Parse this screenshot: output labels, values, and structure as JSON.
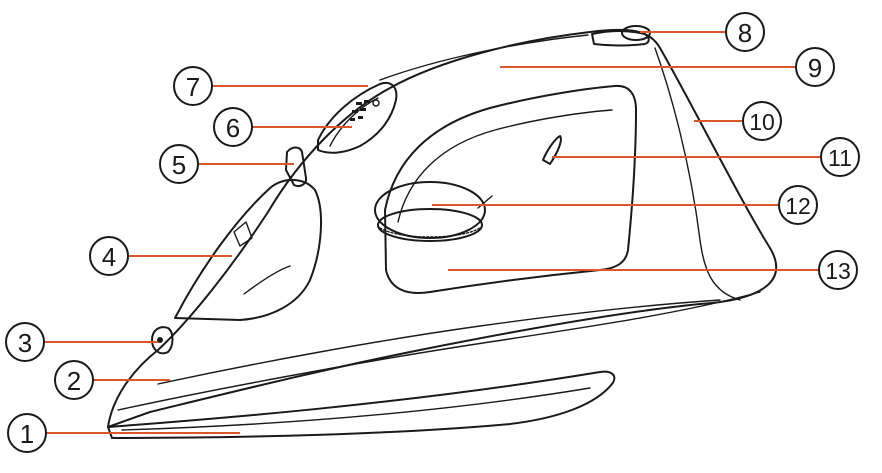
{
  "callouts": [
    {
      "num": "1"
    },
    {
      "num": "2"
    },
    {
      "num": "3"
    },
    {
      "num": "4"
    },
    {
      "num": "5"
    },
    {
      "num": "6"
    },
    {
      "num": "7"
    },
    {
      "num": "8"
    },
    {
      "num": "9"
    },
    {
      "num": "10"
    },
    {
      "num": "11"
    },
    {
      "num": "12"
    },
    {
      "num": "13"
    }
  ],
  "colors": {
    "leader": "#d9572b",
    "outline": "#1a1a1a"
  }
}
